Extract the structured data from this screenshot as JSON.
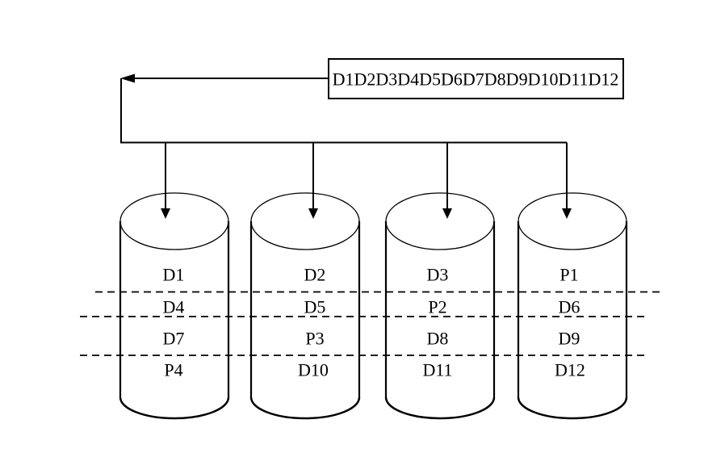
{
  "diagram": {
    "stream_box": {
      "label": "D1D2D3D4D5D6D7D8D9D10D11D12"
    },
    "disks": [
      {
        "id": "disk-1",
        "blocks": [
          "D1",
          "D4",
          "D7",
          "P4"
        ]
      },
      {
        "id": "disk-2",
        "blocks": [
          "D2",
          "D5",
          "P3",
          "D10"
        ]
      },
      {
        "id": "disk-3",
        "blocks": [
          "D3",
          "P2",
          "D8",
          "D11"
        ]
      },
      {
        "id": "disk-4",
        "blocks": [
          "P1",
          "D6",
          "D9",
          "D12"
        ]
      }
    ],
    "stripe_divider_count": 3,
    "colors": {
      "line": "#000000",
      "background": "#ffffff",
      "text": "#000000"
    }
  }
}
